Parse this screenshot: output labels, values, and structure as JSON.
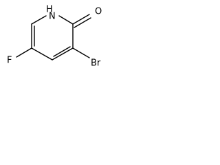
{
  "structure": {
    "atoms": {
      "nh": {
        "label": "H",
        "prefix": "N"
      },
      "o": {
        "label": "O"
      },
      "br": {
        "label": "Br"
      },
      "f": {
        "label": "F"
      }
    }
  }
}
